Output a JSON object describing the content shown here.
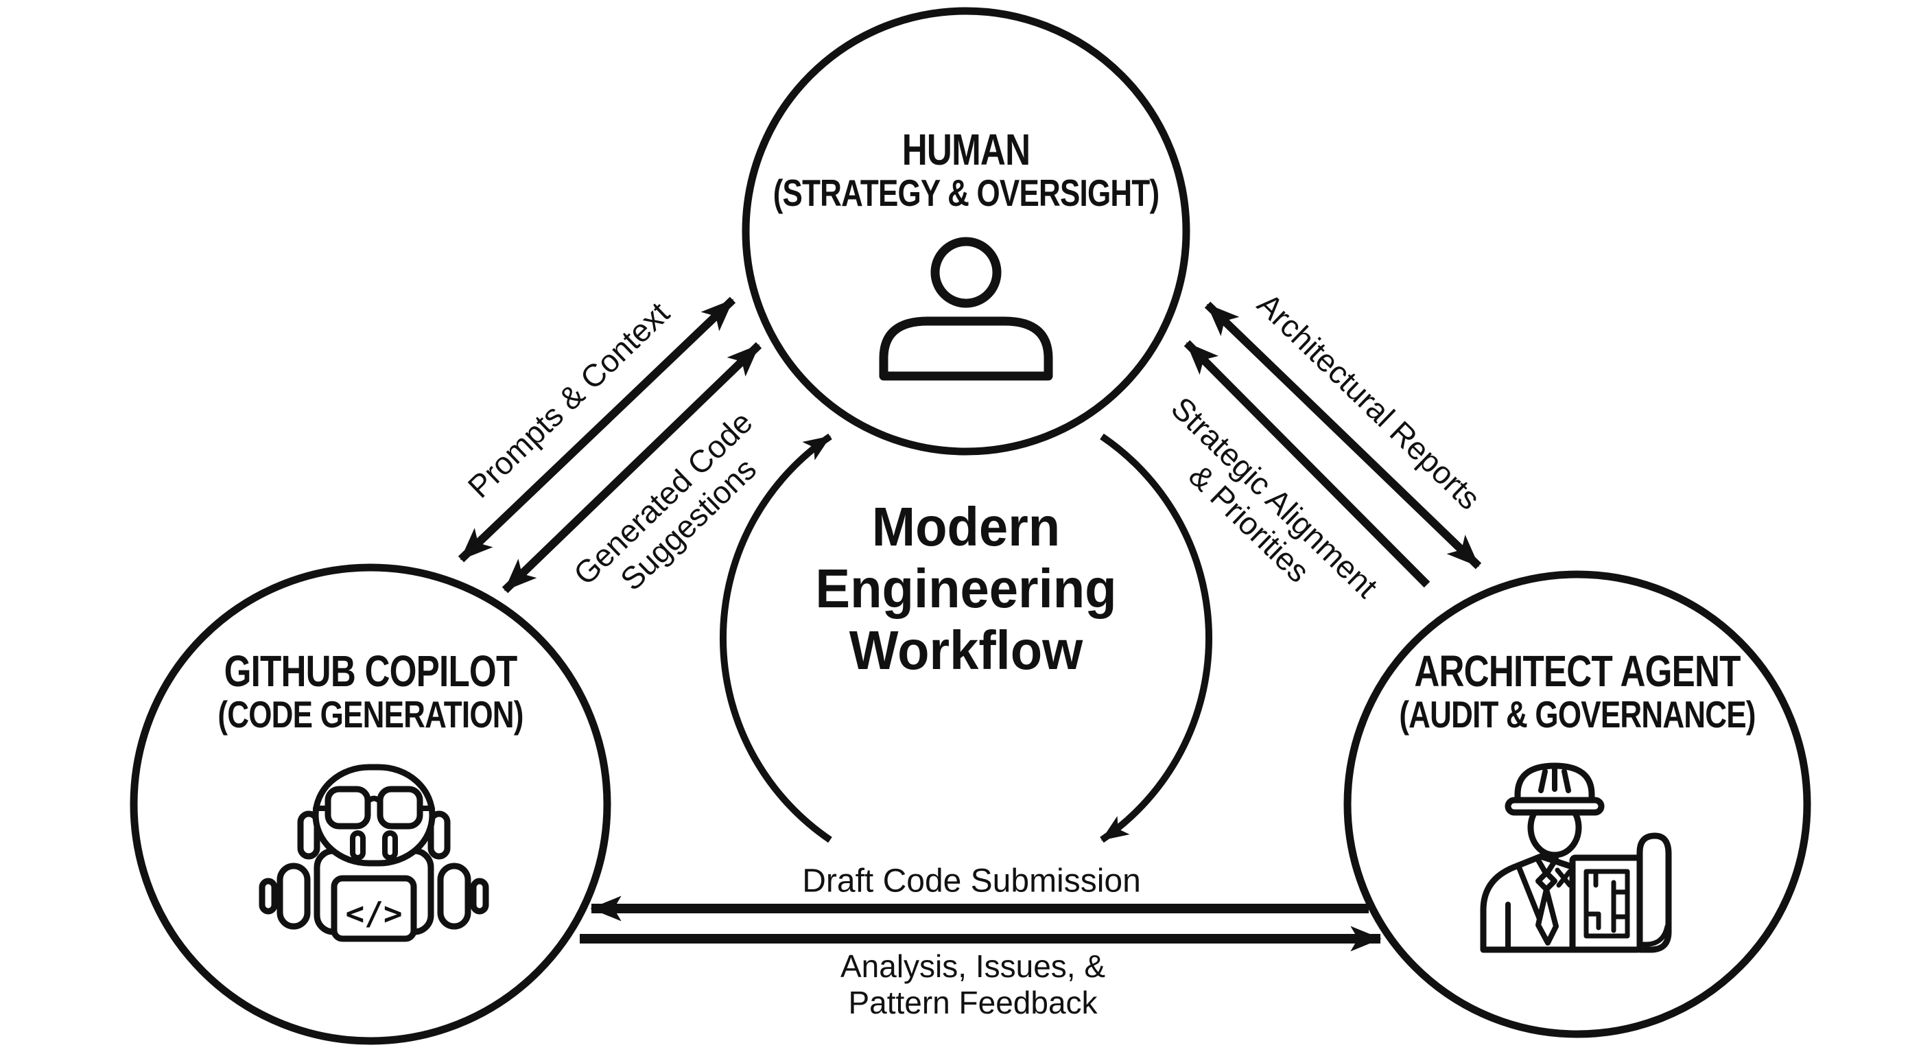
{
  "colors": {
    "ink": "#111111",
    "background": "#ffffff"
  },
  "center": {
    "title_lines": [
      "Modern",
      "Engineering",
      "Workflow"
    ]
  },
  "nodes": {
    "human": {
      "name": "HUMAN",
      "role": "(STRATEGY & OVERSIGHT)",
      "icon": "person-icon"
    },
    "copilot": {
      "name": "GITHUB COPILOT",
      "role": "(CODE GENERATION)",
      "icon": "robot-icon",
      "laptop_glyph": "</>"
    },
    "architect": {
      "name": "ARCHITECT AGENT",
      "role": "(AUDIT & GOVERNANCE)",
      "icon": "architect-icon"
    }
  },
  "edges": {
    "prompts": {
      "label": "Prompts & Context"
    },
    "generated": {
      "lines": [
        "Generated Code",
        "Suggestions"
      ]
    },
    "reports": {
      "label": "Architectural Reports"
    },
    "alignment": {
      "lines": [
        "Strategic Alignment",
        "& Priorities"
      ]
    },
    "draft": {
      "label": "Draft Code Submission"
    },
    "analysis": {
      "lines": [
        "Analysis, Issues, &",
        "Pattern Feedback"
      ]
    }
  }
}
